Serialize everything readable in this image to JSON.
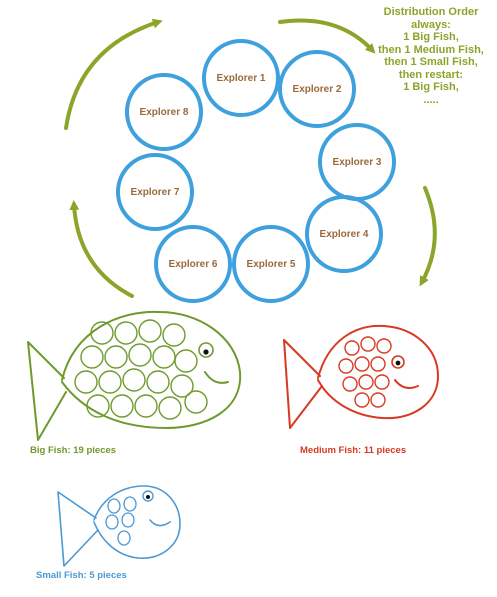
{
  "explorers": [
    "Explorer 1",
    "Explorer 2",
    "Explorer 3",
    "Explorer 4",
    "Explorer 5",
    "Explorer 6",
    "Explorer 7",
    "Explorer 8"
  ],
  "distribution_note": {
    "lines": [
      "Distribution Order",
      "always:",
      "1 Big Fish,",
      "then 1 Medium Fish,",
      "then 1 Small Fish,",
      "then restart:",
      "1 Big Fish,",
      "....."
    ]
  },
  "fish": {
    "big": {
      "caption": "Big Fish: 19 pieces",
      "pieces": 19,
      "color": "#6e9a2e"
    },
    "medium": {
      "caption": "Medium Fish: 11 pieces",
      "pieces": 11,
      "color": "#d63a22"
    },
    "small": {
      "caption": "Small Fish: 5 pieces",
      "pieces": 5,
      "color": "#4a9ad6"
    }
  },
  "colors": {
    "explorer_ring": "#3ea0dc",
    "explorer_text": "#9a6a3c",
    "arrows": "#8aa52a",
    "note_text": "#8aa52a"
  }
}
